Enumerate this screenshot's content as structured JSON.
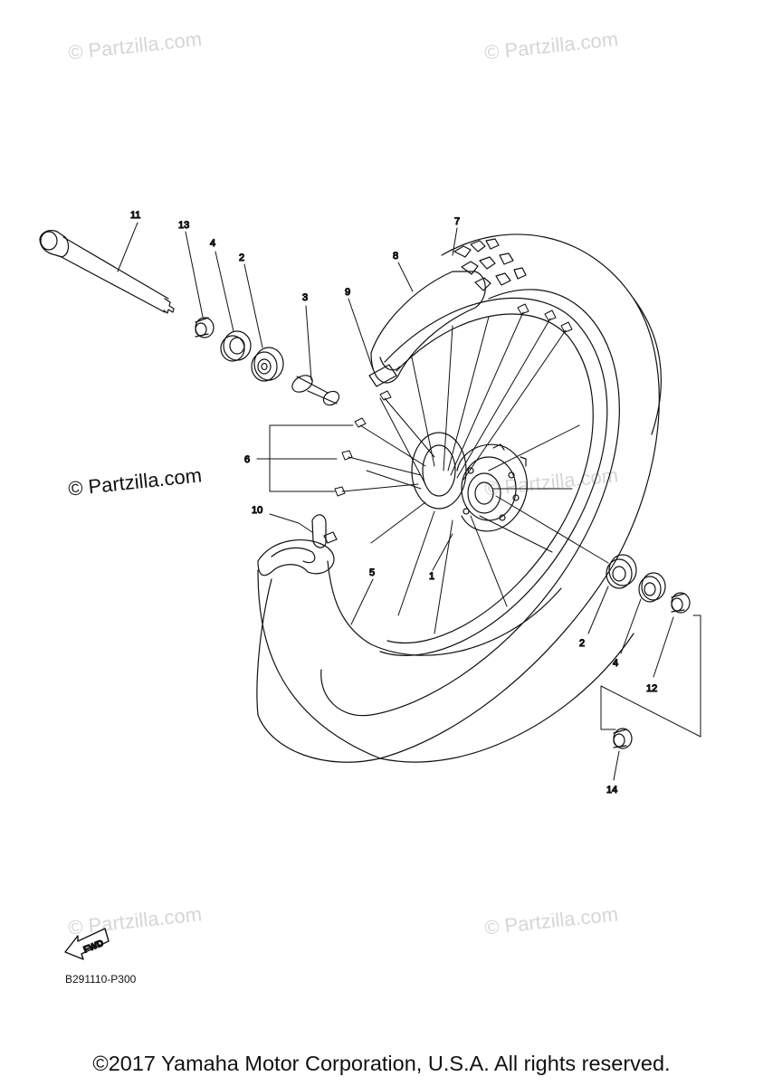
{
  "watermarks": {
    "top_left": "© Partzilla.com",
    "top_right": "© Partzilla.com",
    "middle_left": "© Partzilla.com",
    "middle_right": "© Partzilla.com",
    "bottom_left": "© Partzilla.com",
    "bottom_right": "© Partzilla.com"
  },
  "callouts": {
    "axle": "11",
    "collar_13": "13",
    "oil_seal_left": "4",
    "bearing_left": "2",
    "spacer": "3",
    "rim_band": "9",
    "tire": "8",
    "tire_tread": "7",
    "spoke_set": "6",
    "valve": "10",
    "tube": "5",
    "hub": "1",
    "bearing_right": "2",
    "oil_seal_right": "4",
    "collar_12": "12",
    "collar_14": "14"
  },
  "direction_arrow": {
    "label": "FWD"
  },
  "diagram_code": "B291110-P300",
  "copyright": "©2017 Yamaha Motor Corporation, U.S.A. All rights reserved."
}
